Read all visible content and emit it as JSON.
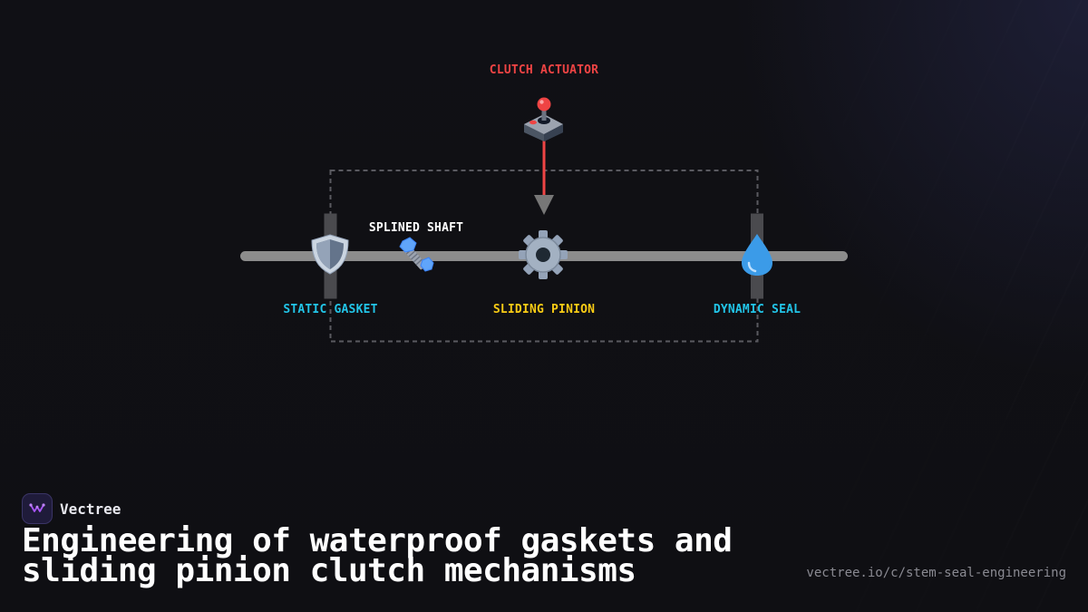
{
  "diagram": {
    "labels": {
      "clutch_actuator": "CLUTCH ACTUATOR",
      "splined_shaft": "SPLINED SHAFT",
      "static_gasket": "STATIC GASKET",
      "sliding_pinion": "SLIDING PINION",
      "dynamic_seal": "DYNAMIC SEAL"
    },
    "icons": {
      "clutch_actuator": "joystick-icon",
      "splined_shaft": "nut-and-bolt-icon",
      "static_gasket": "shield-icon",
      "sliding_pinion": "gear-icon",
      "dynamic_seal": "droplet-icon"
    },
    "colors": {
      "actuator": "#ef4444",
      "gasket_seal": "#22c5e8",
      "pinion": "#facc15",
      "shaft_label": "#ffffff",
      "shaft_bar": "#8c8c8c",
      "bracket": "#5a5a5a"
    }
  },
  "footer": {
    "brand_name": "Vectree",
    "title": "Engineering of waterproof gaskets and sliding pinion clutch mechanisms",
    "url": "vectree.io/c/stem-seal-engineering"
  }
}
